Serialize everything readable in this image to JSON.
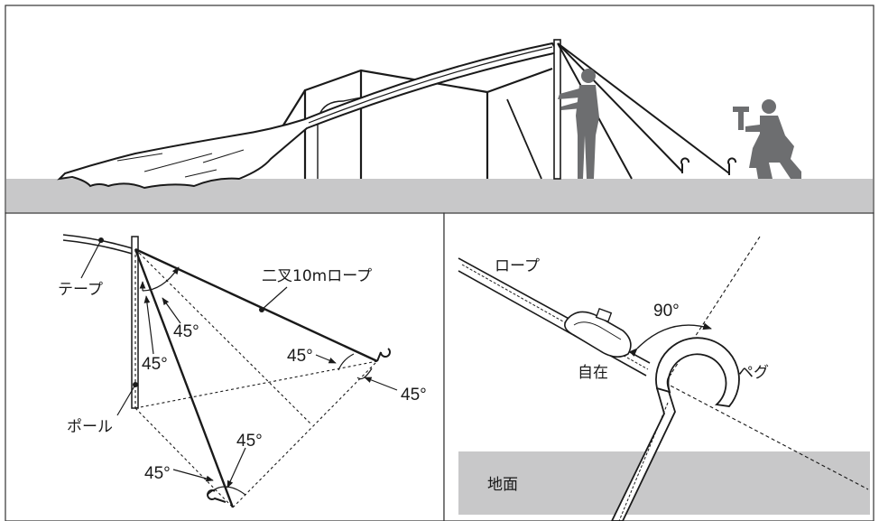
{
  "colors": {
    "line": "#1a1a1a",
    "ground": "#c8c8c9",
    "figure": "#6d6e70",
    "frame": "#333333"
  },
  "top_panel": {
    "icons": [
      "tarp-sheet",
      "tent-frame",
      "pole",
      "person-standing",
      "person-kneeling-hammer",
      "peg"
    ]
  },
  "left_panel": {
    "label_tape": "テープ",
    "label_pole": "ポール",
    "label_rope": "二叉10mロープ",
    "angle_1": "45°",
    "angle_2": "45°",
    "angle_3": "45°",
    "angle_4": "45°",
    "angle_5": "45°",
    "angle_6": "45°"
  },
  "right_panel": {
    "label_rope": "ロープ",
    "label_adjuster": "自在",
    "label_peg": "ペグ",
    "label_ground": "地面",
    "angle_90": "90°"
  }
}
